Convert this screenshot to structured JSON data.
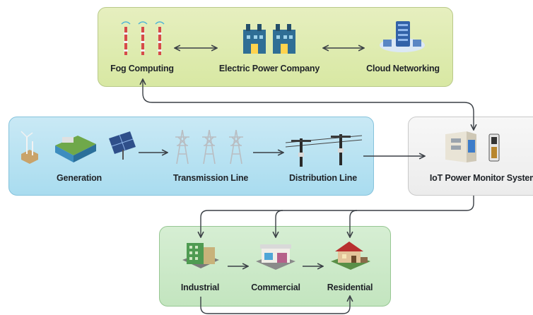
{
  "top_group": {
    "nodes": [
      {
        "label": "Fog Computing",
        "icon": "fog-computing-towers-icon"
      },
      {
        "label": "Electric Power Company",
        "icon": "power-company-buildings-icon"
      },
      {
        "label": "Cloud Networking",
        "icon": "cloud-server-icon"
      }
    ]
  },
  "middle_group": {
    "nodes": [
      {
        "label": "Generation",
        "icon": "power-generation-icon"
      },
      {
        "label": "Transmission Line",
        "icon": "transmission-tower-icon"
      },
      {
        "label": "Distribution Line",
        "icon": "utility-pole-icon"
      }
    ]
  },
  "monitor": {
    "label": "IoT Power Monitor System",
    "icon": "electrical-panel-icon"
  },
  "bottom_group": {
    "nodes": [
      {
        "label": "Industrial",
        "icon": "industrial-building-icon"
      },
      {
        "label": "Commercial",
        "icon": "commercial-store-icon"
      },
      {
        "label": "Residential",
        "icon": "residential-house-icon"
      }
    ]
  },
  "colors": {
    "top_panel": "#d8e8a3",
    "middle_panel": "#a9dcef",
    "monitor_panel": "#ececec",
    "bottom_panel": "#c3e5bf",
    "connector": "#3a3f45"
  }
}
